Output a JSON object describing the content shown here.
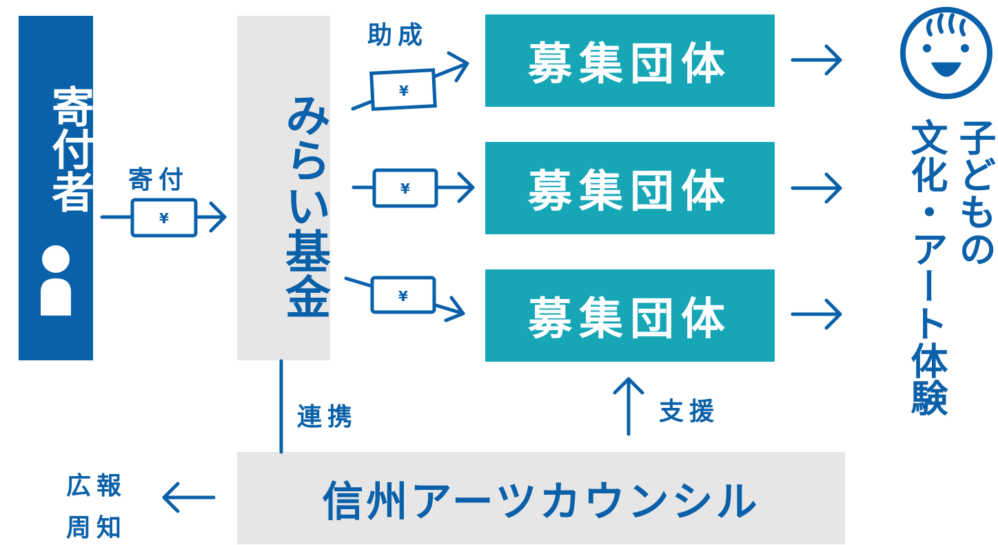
{
  "donor": {
    "label": "寄付者"
  },
  "fund": {
    "label": "みらい基金"
  },
  "labels": {
    "donate": "寄付",
    "grant": "助成",
    "cooperate": "連携",
    "support": "支援",
    "publicity_line1": "広報",
    "publicity_line2": "周知"
  },
  "groups": [
    {
      "label": "募集団体"
    },
    {
      "label": "募集団体"
    },
    {
      "label": "募集団体"
    }
  ],
  "council": {
    "label": "信州アーツカウンシル"
  },
  "beneficiary": {
    "line1": "子どもの",
    "line2": "文化・アート体験"
  },
  "money_symbol": "¥",
  "colors": {
    "primary_blue": "#0a60a9",
    "teal": "#17a6b6",
    "light_gray": "#e6e6e6",
    "white": "#ffffff"
  },
  "icons": [
    "person-icon",
    "smiley-face-icon",
    "banknote-icon",
    "arrow-right-icon",
    "arrow-left-icon",
    "arrow-up-icon"
  ]
}
